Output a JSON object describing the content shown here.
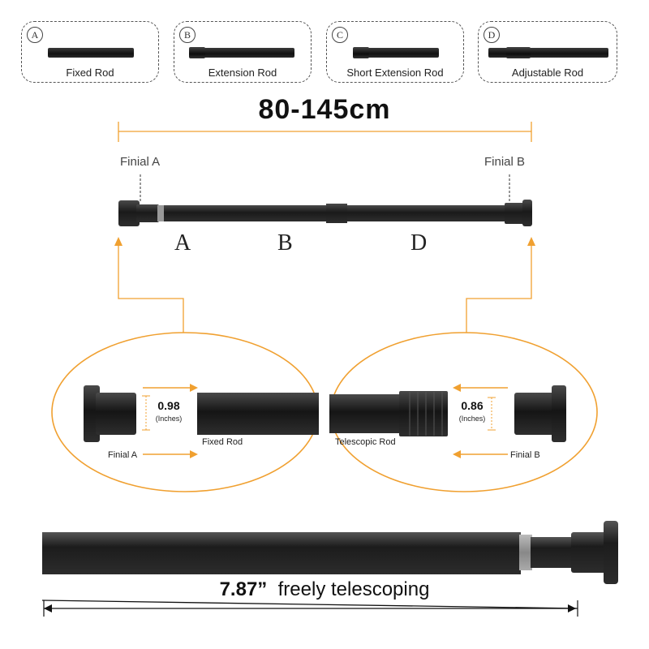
{
  "parts": [
    {
      "letter": "A",
      "label": "Fixed Rod"
    },
    {
      "letter": "B",
      "label": "Extension Rod"
    },
    {
      "letter": "C",
      "label": "Short Extension Rod"
    },
    {
      "letter": "D",
      "label": "Adjustable Rod"
    }
  ],
  "length_range": "80-145cm",
  "finials": {
    "a": "Finial A",
    "b": "Finial B"
  },
  "rod_sections": [
    "A",
    "B",
    "D"
  ],
  "detail_left": {
    "dimension": "0.98",
    "unit": "(Inches)",
    "rod_label": "Fixed Rod",
    "finial_label": "Finial A"
  },
  "detail_right": {
    "dimension": "0.86",
    "unit": "(Inches)",
    "rod_label": "Telescopic Rod",
    "finial_label": "Finial B"
  },
  "telescoping": {
    "value": "7.87”",
    "text": "freely telescoping"
  },
  "colors": {
    "accent": "#f0a030",
    "rod": "#1a1a1a"
  }
}
